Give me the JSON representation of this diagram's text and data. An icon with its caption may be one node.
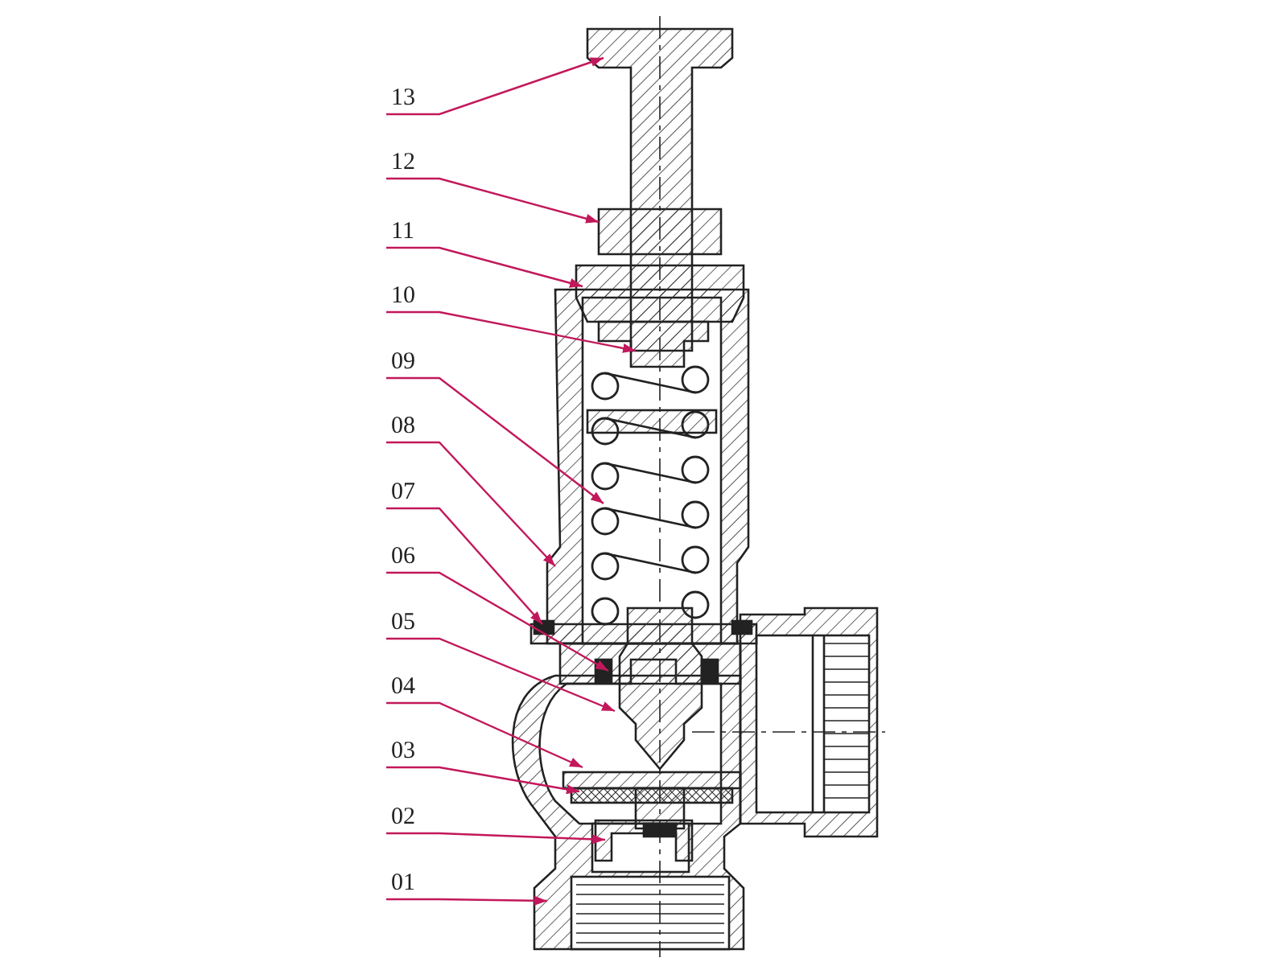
{
  "diagram": {
    "nodes": [
      {
        "text": [
          "13"
        ]
      },
      {
        "text": [
          "12"
        ]
      },
      {
        "text": [
          "11"
        ]
      },
      {
        "text": [
          "10"
        ]
      },
      {
        "text": [
          "09"
        ]
      },
      {
        "text": [
          "08"
        ]
      },
      {
        "text": [
          "07"
        ]
      },
      {
        "text": [
          "06"
        ]
      },
      {
        "text": [
          "05"
        ]
      },
      {
        "text": [
          "04"
        ]
      },
      {
        "text": [
          "03"
        ]
      },
      {
        "text": [
          "02"
        ]
      },
      {
        "text": [
          "01"
        ]
      }
    ],
    "edges": [
      {
        "from": 0,
        "to": null,
        "arrow": "to"
      },
      {
        "from": 1,
        "to": null,
        "arrow": "to"
      },
      {
        "from": 2,
        "to": null,
        "arrow": "to"
      },
      {
        "from": 3,
        "to": null,
        "arrow": "to"
      },
      {
        "from": 4,
        "to": null,
        "arrow": "to"
      },
      {
        "from": 5,
        "to": null,
        "arrow": "to"
      },
      {
        "from": 6,
        "to": null,
        "arrow": "to"
      },
      {
        "from": 7,
        "to": null,
        "arrow": "to"
      },
      {
        "from": 8,
        "to": null,
        "arrow": "to"
      },
      {
        "from": 9,
        "to": null,
        "arrow": "to"
      },
      {
        "from": 10,
        "to": null,
        "arrow": "to"
      },
      {
        "from": 11,
        "to": null,
        "arrow": "to"
      },
      {
        "from": 12,
        "to": null,
        "arrow": "to"
      }
    ]
  }
}
